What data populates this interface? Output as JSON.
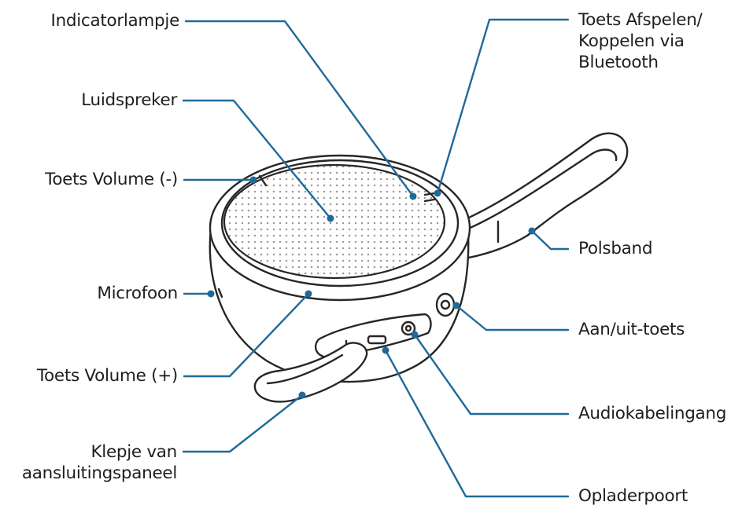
{
  "labels": {
    "indicator": "Indicatorlampje",
    "speaker": "Luidspreker",
    "vol_down": "Toets Volume (-)",
    "microphone": "Microfoon",
    "vol_up": "Toets Volume (+)",
    "cover_line1": "Klepje van",
    "cover_line2": "aansluitingspaneel",
    "play_line1": "Toets Afspelen/",
    "play_line2": "Koppelen via",
    "play_line3": "Bluetooth",
    "wrist": "Polsband",
    "power": "Aan/uit-toets",
    "audio": "Audiokabelingang",
    "charger": "Opladerpoort"
  },
  "colors": {
    "leader": "#1f6a9a",
    "ink": "#262626"
  }
}
